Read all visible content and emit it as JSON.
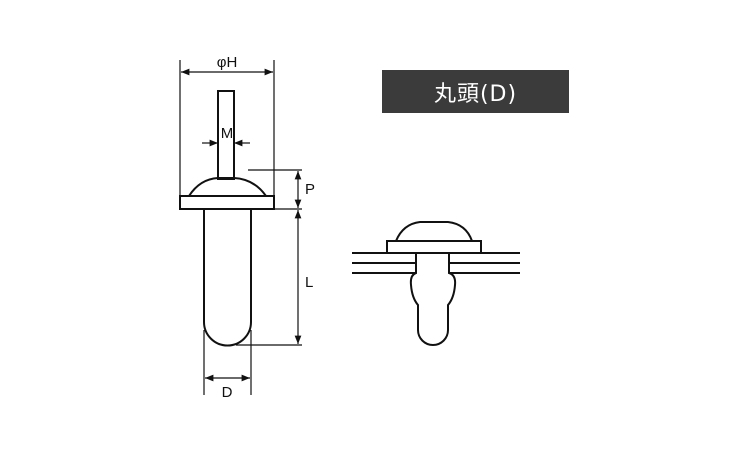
{
  "title": "丸頭(D)",
  "dimensions": {
    "H": "φH",
    "M": "M",
    "P": "P",
    "L": "L",
    "D": "D"
  }
}
